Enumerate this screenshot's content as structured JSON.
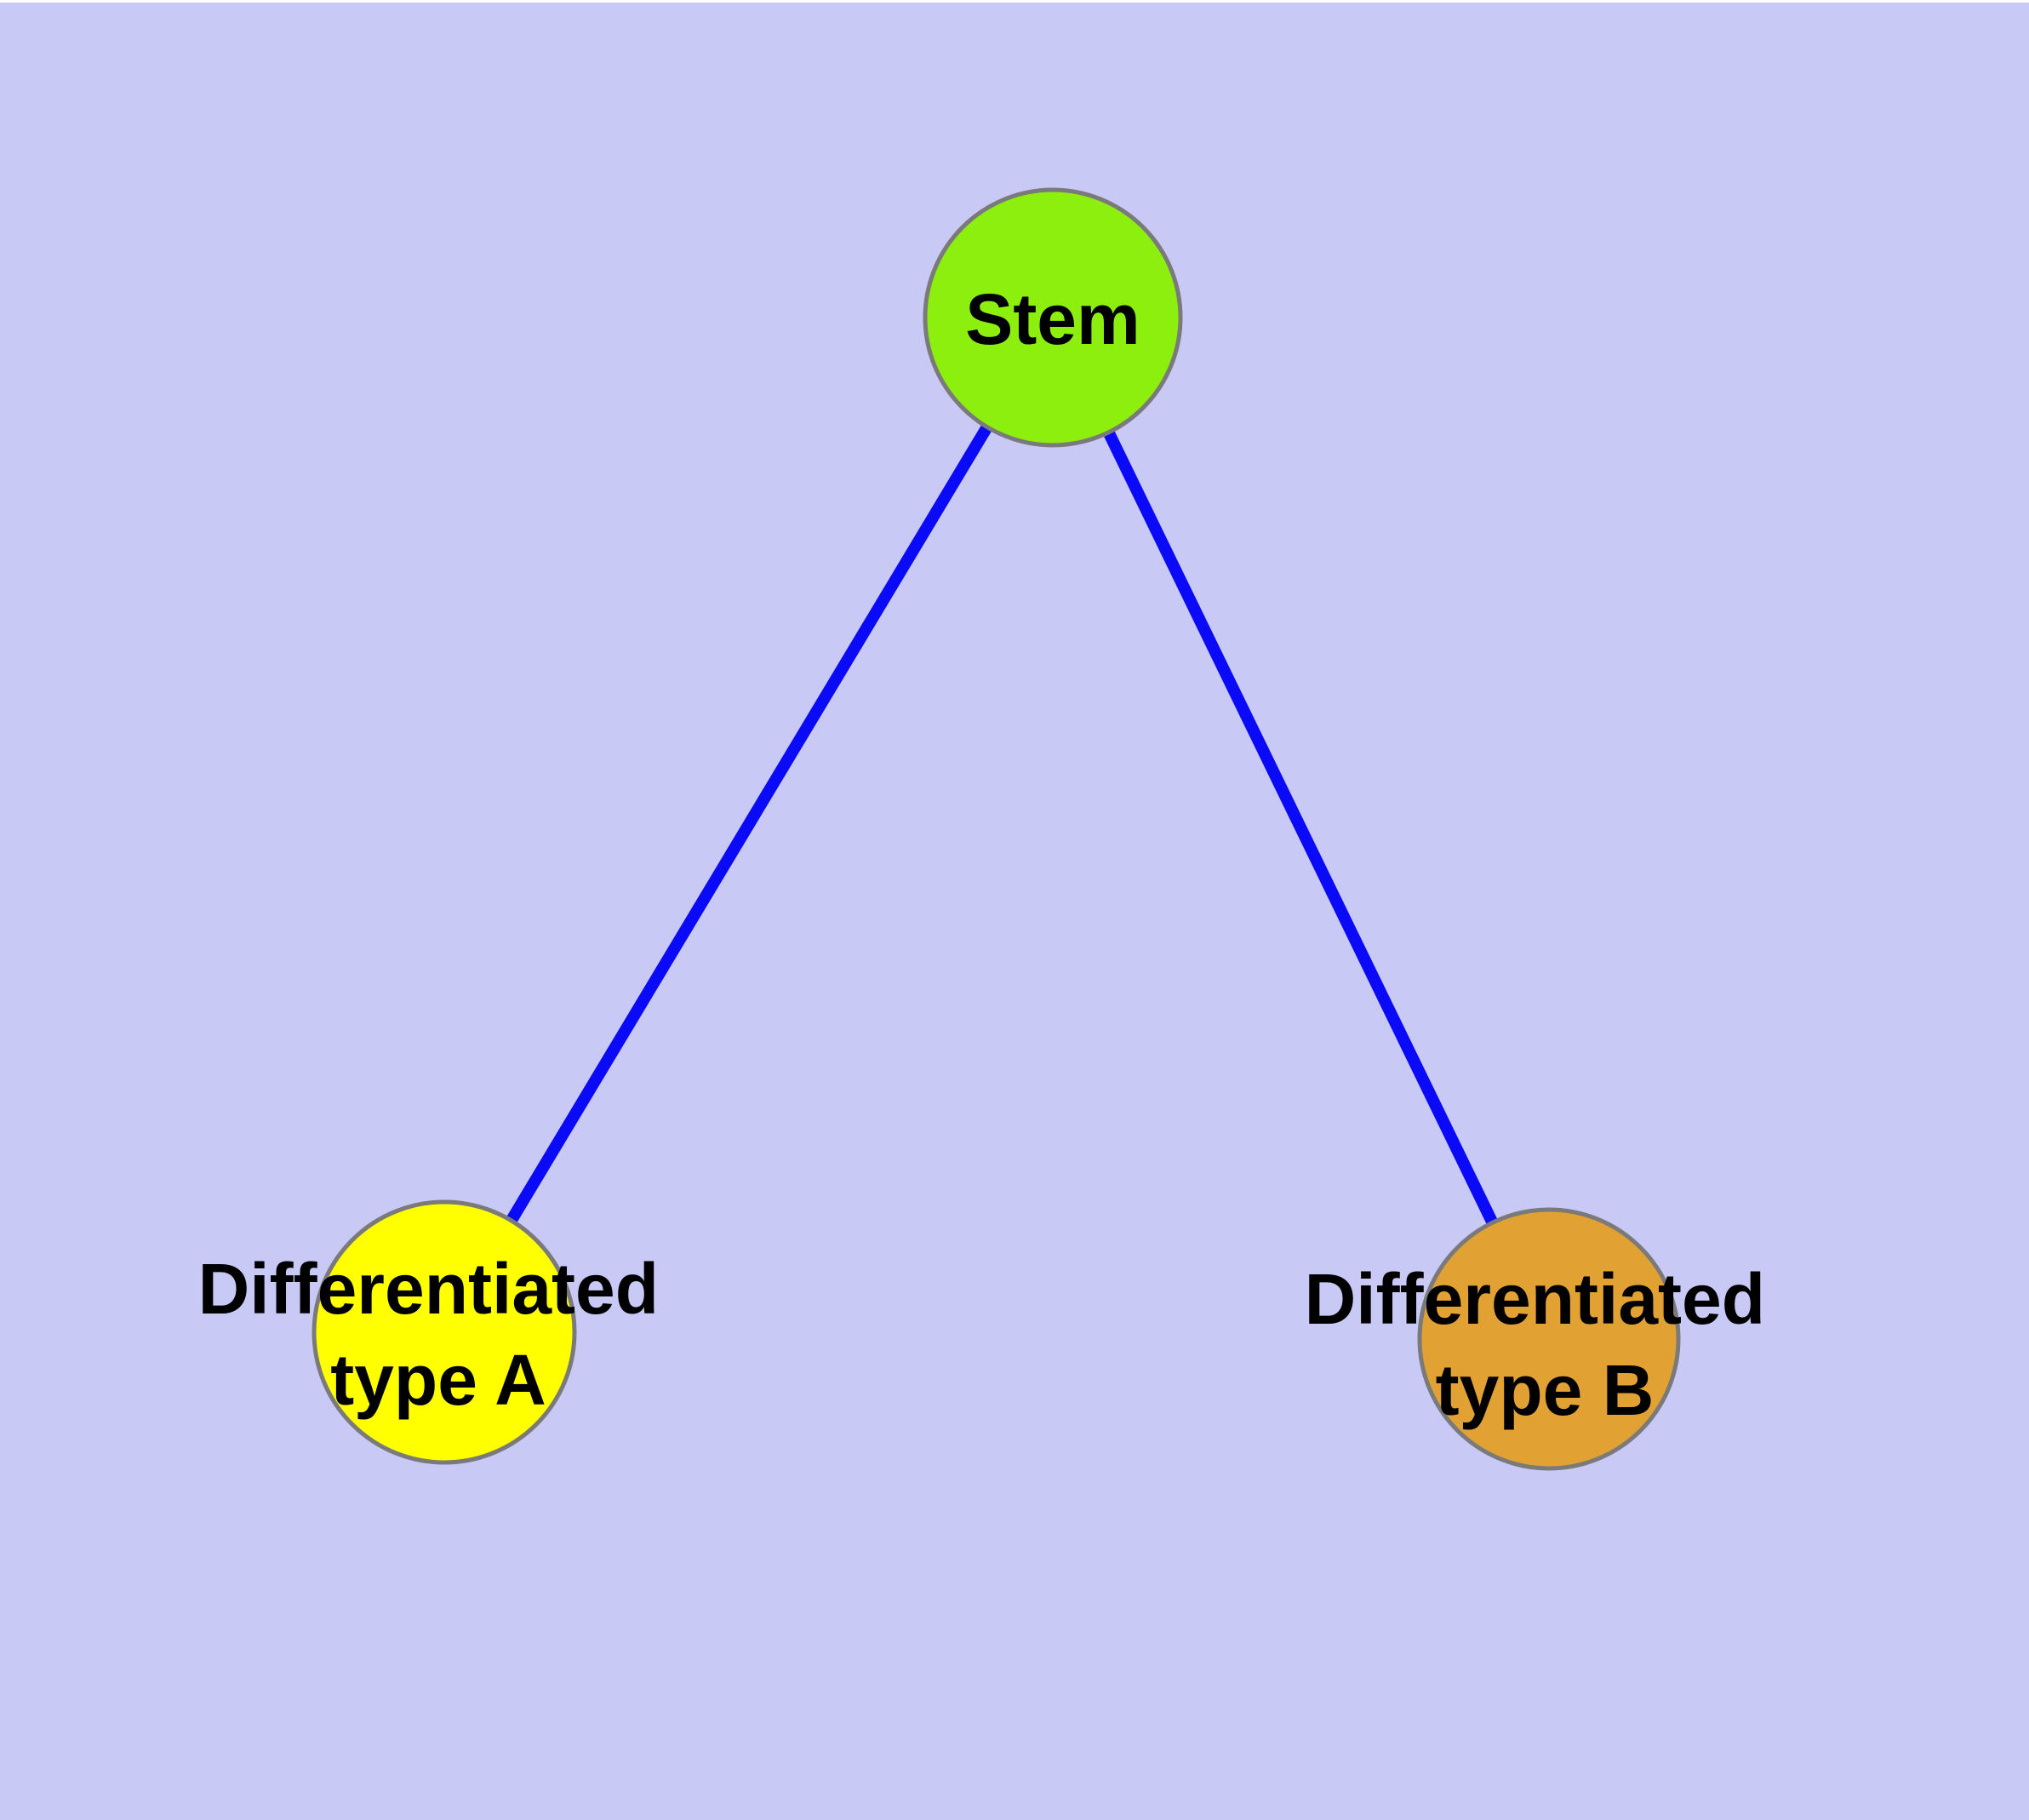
{
  "canvas": {
    "background_color": "#c9c9f6",
    "top_strip_color": "#ffffff"
  },
  "graph": {
    "type": "tree-diagram",
    "nodes": [
      {
        "id": "stem",
        "label": "Stem",
        "fill_color": "#8def0d",
        "border_color": "#7a7a7a",
        "text_color": "#000000"
      },
      {
        "id": "differentiated-type-a",
        "label": "Differentiated type A",
        "label_line1": "Differentiated",
        "label_line2": "type A",
        "fill_color": "#ffff00",
        "border_color": "#7a7a7a",
        "text_color": "#000000"
      },
      {
        "id": "differentiated-type-b",
        "label": "Differentiated type B",
        "label_line1": "Differentiated",
        "label_line2": "type B",
        "fill_color": "#e2a233",
        "border_color": "#7a7a7a",
        "text_color": "#000000"
      }
    ],
    "edges": [
      {
        "from": "Stem",
        "to": "Differentiated type A",
        "color": "#0a0af8"
      },
      {
        "from": "Stem",
        "to": "Differentiated type B",
        "color": "#0a0af8"
      }
    ]
  }
}
